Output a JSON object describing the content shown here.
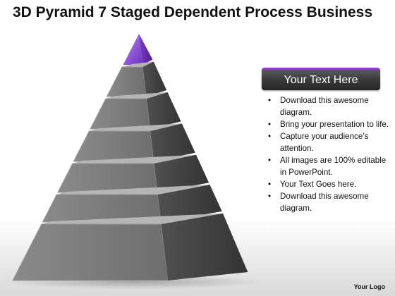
{
  "title": "3D Pyramid 7 Staged Dependent Process Business",
  "pyramid": {
    "stage_count": 7,
    "apex_color": "#8e4fd6",
    "body_colors": {
      "front": "#7f7f7f",
      "front_dark": "#5c5c5c",
      "side": "#3f3f3f",
      "top": "#a8a8a8"
    }
  },
  "text_panel": {
    "header": "Your Text Here",
    "accent_color": "#8b3fc9",
    "bullets": [
      "Download this awesome diagram.",
      "Bring your presentation to life.",
      "Capture your audience’s attention.",
      "All images are 100% editable in PowerPoint.",
      "Your Text Goes here.",
      "Download this awesome diagram."
    ]
  },
  "footer": {
    "logo_text": "Your Logo"
  }
}
